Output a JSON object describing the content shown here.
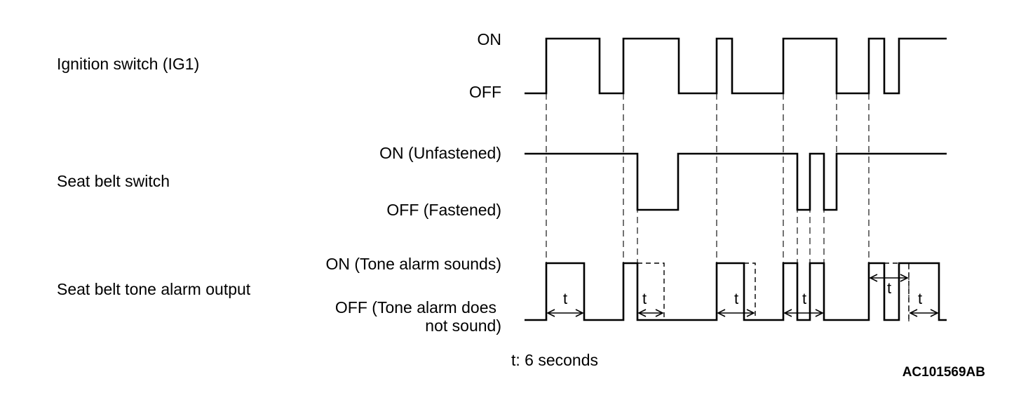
{
  "signals": {
    "ignition": {
      "name": "Ignition switch (IG1)",
      "on_label": "ON",
      "off_label": "OFF"
    },
    "seatbelt": {
      "name": "Seat belt switch",
      "on_label": "ON (Unfastened)",
      "off_label": "OFF (Fastened)"
    },
    "alarm": {
      "name": "Seat belt tone alarm output",
      "on_label": "ON (Tone alarm sounds)",
      "off_label_line1": "OFF (Tone alarm does",
      "off_label_line2": "not sound)"
    }
  },
  "timer": {
    "symbol": "t",
    "legend": "t: 6 seconds"
  },
  "figure_code": "AC101569AB"
}
